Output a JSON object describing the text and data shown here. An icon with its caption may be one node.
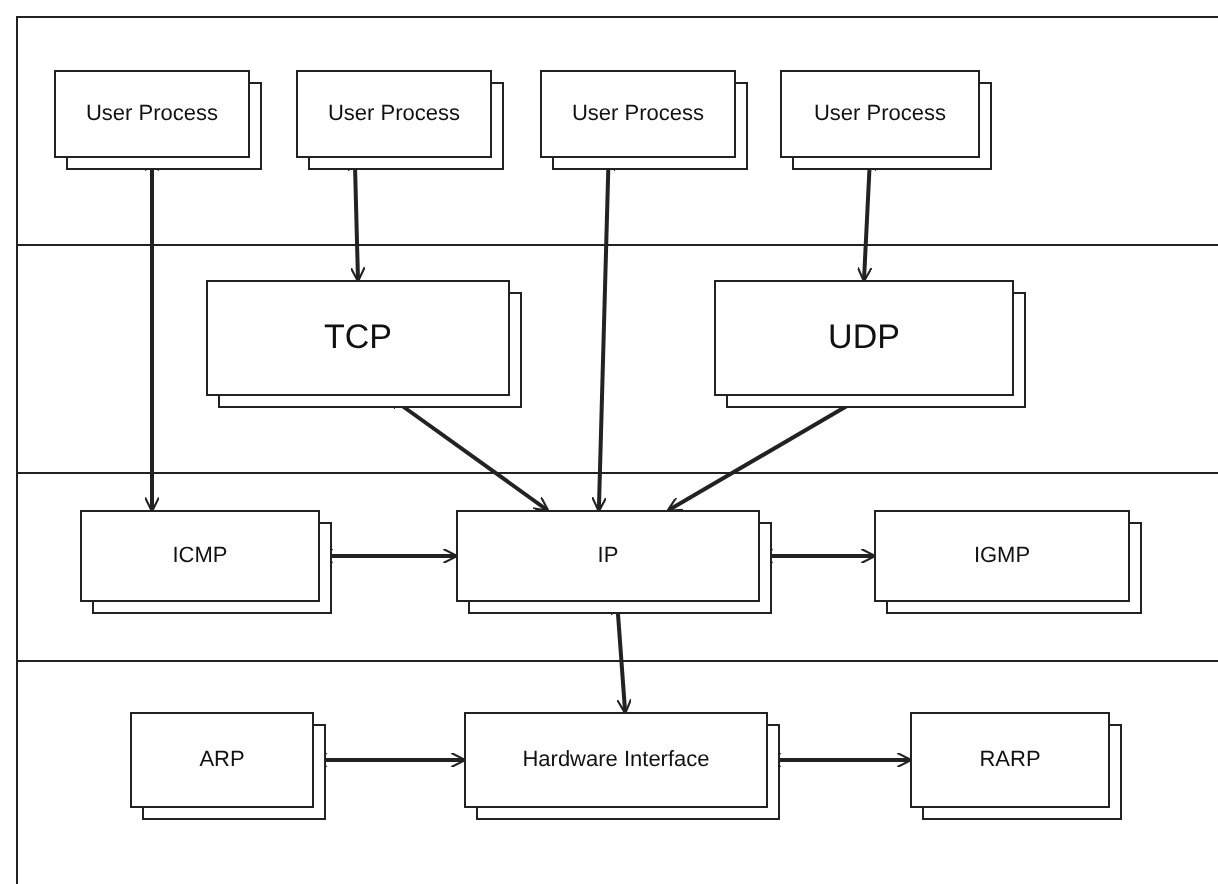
{
  "diagram": {
    "nodes": [
      {
        "text": [
          "User Process"
        ]
      },
      {
        "text": [
          "User Process"
        ]
      },
      {
        "text": [
          "User Process"
        ]
      },
      {
        "text": [
          "User Process"
        ]
      },
      {
        "text": [
          "TCP"
        ]
      },
      {
        "text": [
          "UDP"
        ]
      },
      {
        "text": [
          "ICMP"
        ]
      },
      {
        "text": [
          "IP"
        ]
      },
      {
        "text": [
          "IGMP"
        ]
      },
      {
        "text": [
          "ARP"
        ]
      },
      {
        "text": [
          "Hardware Interface"
        ]
      },
      {
        "text": [
          "RARP"
        ]
      }
    ],
    "edges": [
      {
        "from": 0,
        "to": 6,
        "arrow": "both"
      },
      {
        "from": 1,
        "to": 4,
        "arrow": "both"
      },
      {
        "from": 2,
        "to": 7,
        "arrow": "both"
      },
      {
        "from": 3,
        "to": 5,
        "arrow": "both"
      },
      {
        "from": 4,
        "to": 7,
        "arrow": "both"
      },
      {
        "from": 5,
        "to": 7,
        "arrow": "both"
      },
      {
        "from": 6,
        "to": 7,
        "arrow": "both"
      },
      {
        "from": 7,
        "to": 8,
        "arrow": "both"
      },
      {
        "from": 7,
        "to": 10,
        "arrow": "both"
      },
      {
        "from": 9,
        "to": 10,
        "arrow": "both"
      },
      {
        "from": 10,
        "to": 11,
        "arrow": "both"
      }
    ]
  }
}
